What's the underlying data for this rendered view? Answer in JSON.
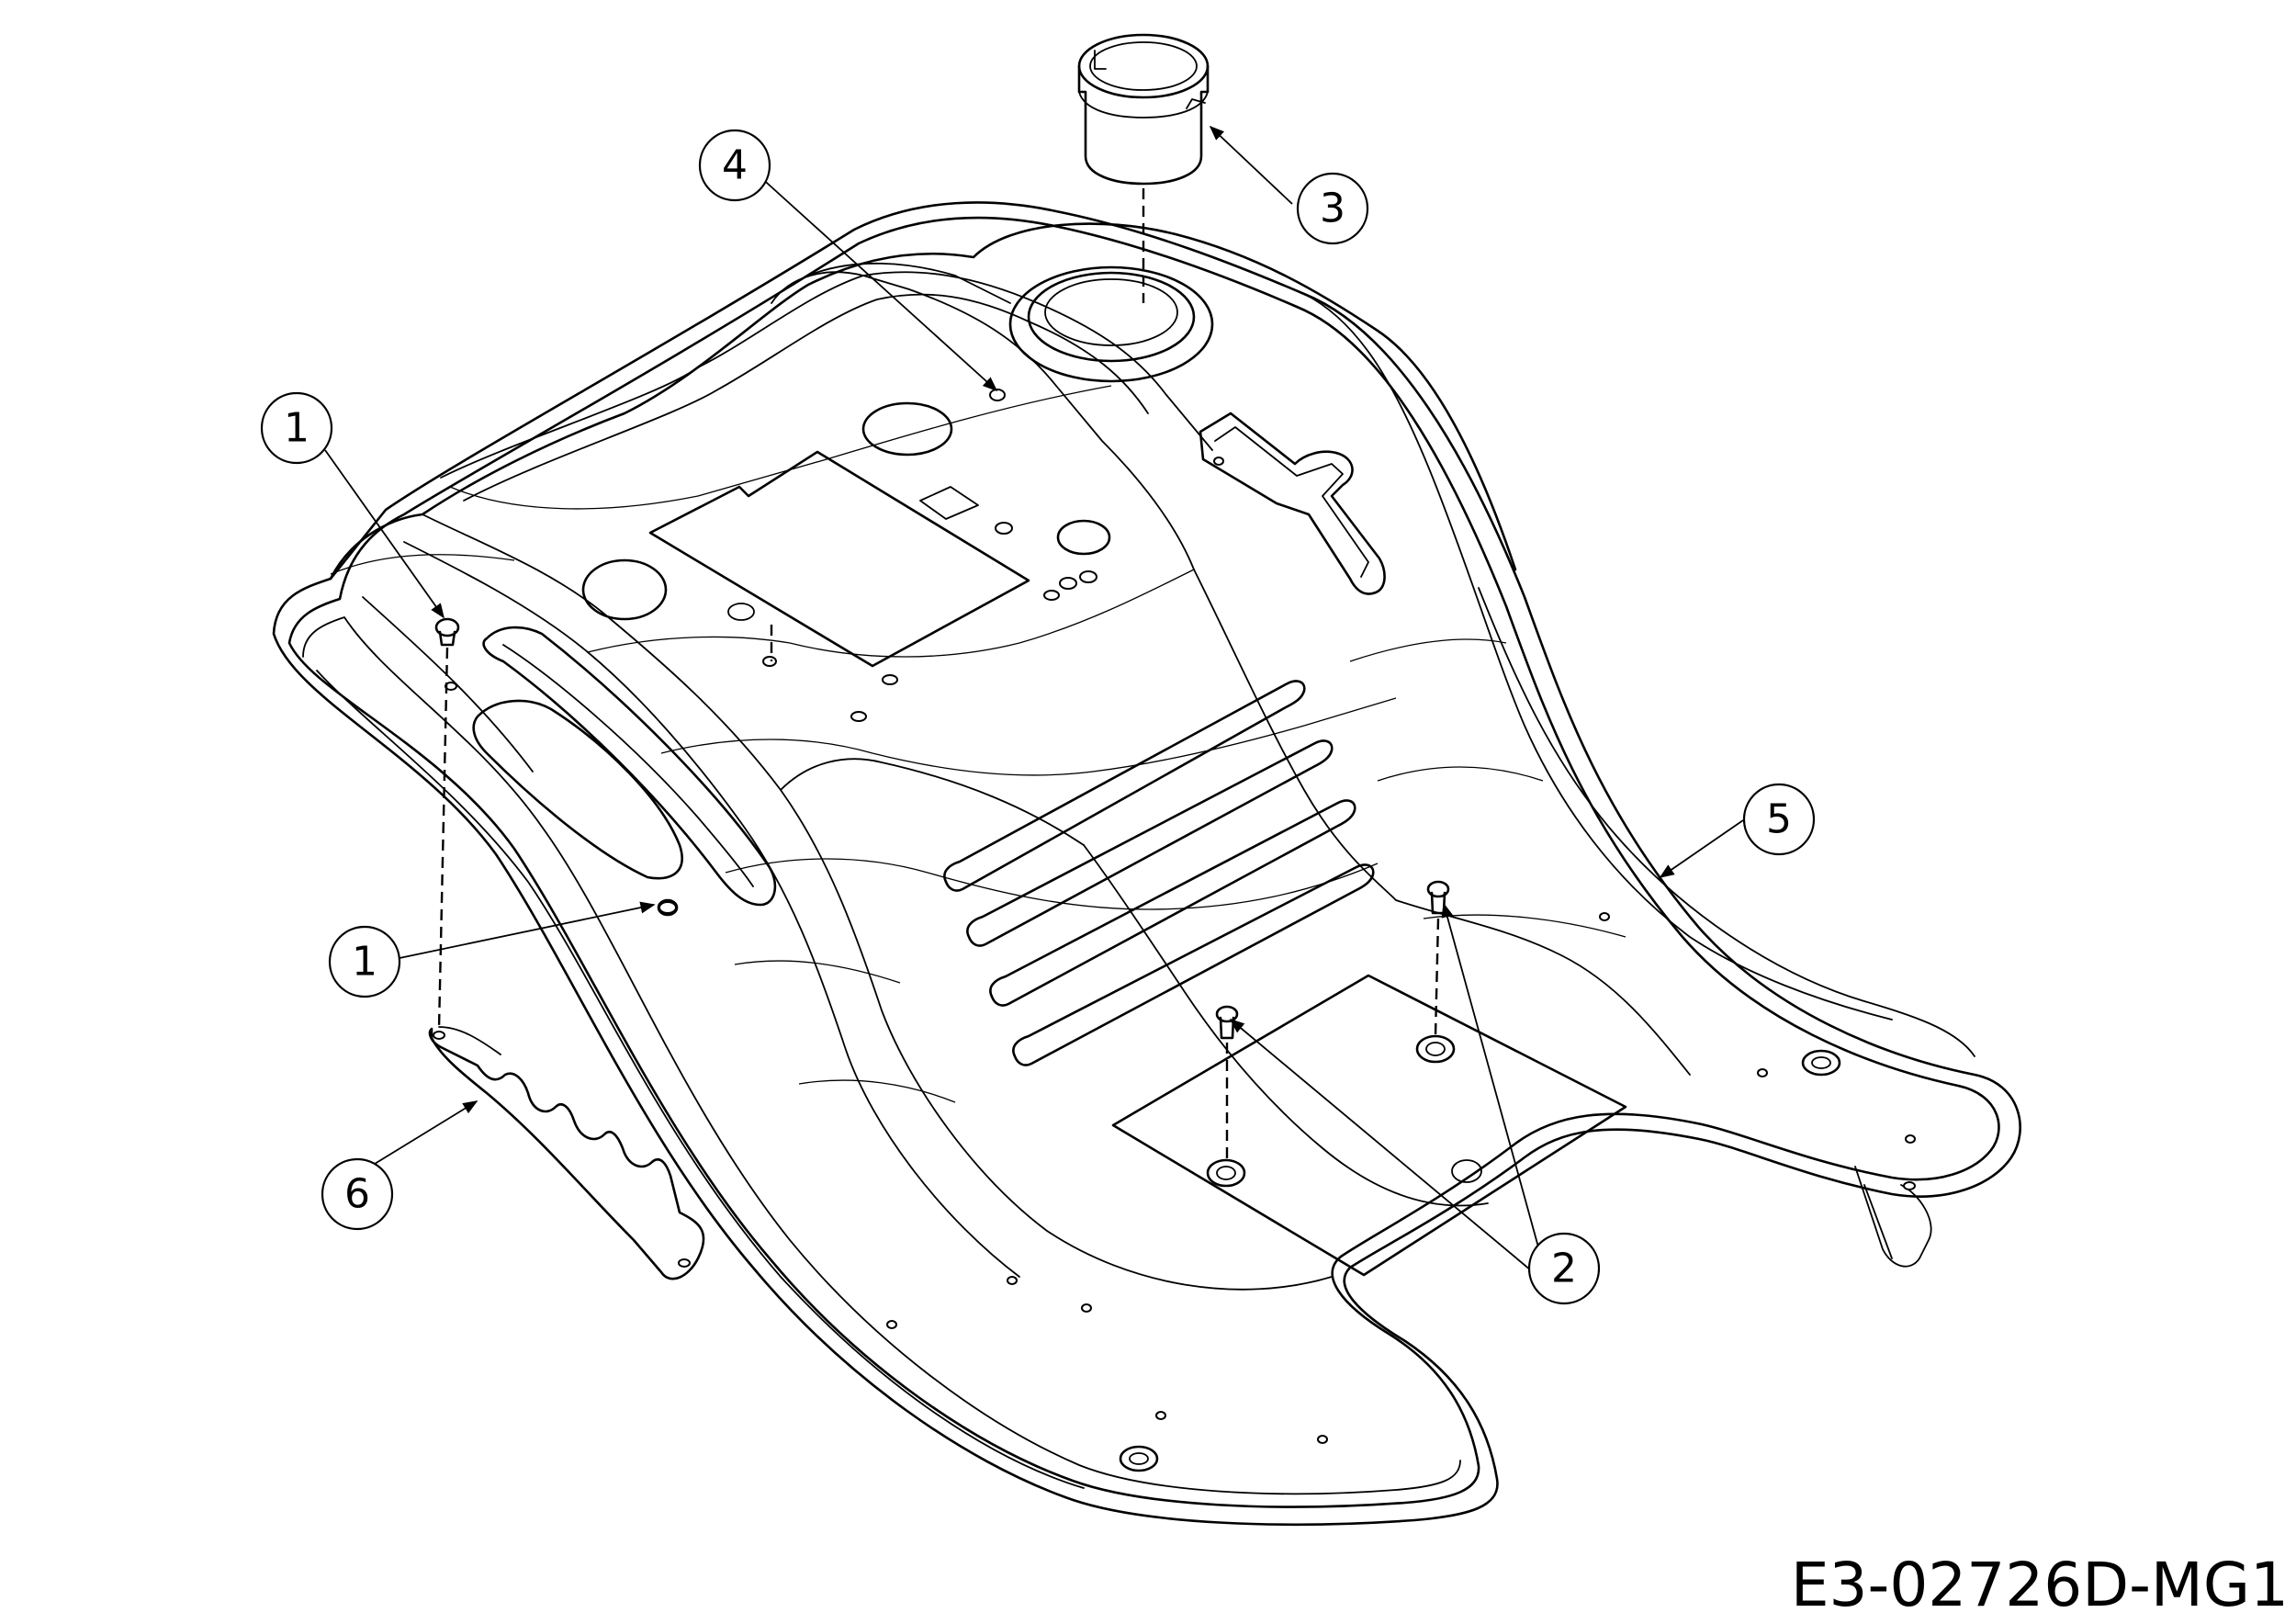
{
  "callouts": [
    {
      "id": "callout-1-top",
      "label": "1"
    },
    {
      "id": "callout-1-bottom",
      "label": "1"
    },
    {
      "id": "callout-2",
      "label": "2"
    },
    {
      "id": "callout-3",
      "label": "3"
    },
    {
      "id": "callout-4",
      "label": "4"
    },
    {
      "id": "callout-5",
      "label": "5"
    },
    {
      "id": "callout-6",
      "label": "6"
    }
  ],
  "drawing_code": "E3-02726D-MG1"
}
